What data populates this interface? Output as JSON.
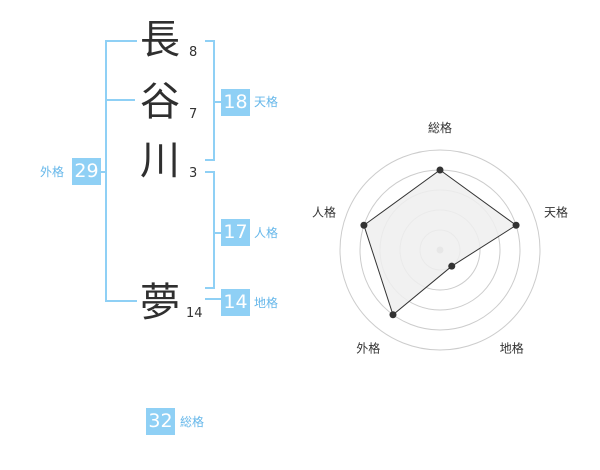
{
  "name": {
    "chars": [
      {
        "char": "長",
        "strokes": "8"
      },
      {
        "char": "谷",
        "strokes": "7"
      },
      {
        "char": "川",
        "strokes": "3"
      },
      {
        "char": "夢",
        "strokes": "14"
      }
    ]
  },
  "kakusu": {
    "tenkaku": {
      "value": "18",
      "label": "天格"
    },
    "jinkaku": {
      "value": "17",
      "label": "人格"
    },
    "chikaku": {
      "value": "14",
      "label": "地格"
    },
    "gaikaku": {
      "value": "29",
      "label": "外格"
    },
    "soukaku": {
      "value": "32",
      "label": "総格"
    }
  },
  "chart_data": {
    "type": "radar",
    "axes": [
      "総格",
      "天格",
      "地格",
      "外格",
      "人格"
    ],
    "values": [
      4,
      4,
      1,
      4,
      4
    ],
    "max": 5,
    "grid_rings": 5,
    "colors": {
      "fill": "#efefef",
      "line": "#333333",
      "grid": "#cccccc",
      "point": "#333333"
    }
  }
}
